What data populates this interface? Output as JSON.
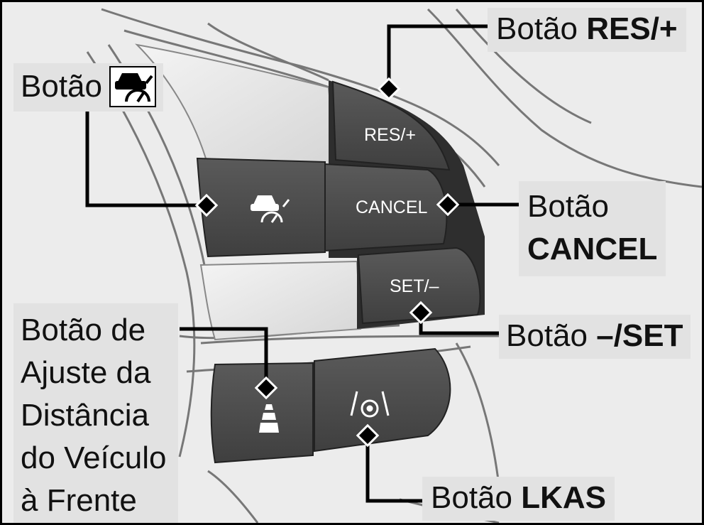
{
  "labels": {
    "res_plus": {
      "prefix": "Botão",
      "bold": "RES/+"
    },
    "lead_icon": {
      "prefix": "Botão"
    },
    "cancel": {
      "line1": "Botão",
      "line2": "CANCEL"
    },
    "set_minus": {
      "prefix": "Botão",
      "bold": "–/SET"
    },
    "distance": {
      "line1": "Botão de",
      "line2": "Ajuste da",
      "line3": "Distância",
      "line4": "do Veículo",
      "line5": "à Frente"
    },
    "lkas": {
      "prefix": "Botão",
      "bold": "LKAS"
    }
  },
  "buttons": {
    "res_plus": "RES/+",
    "cancel": "CANCEL",
    "set_minus": "SET/–"
  },
  "icons": [
    "acc-vehicle-meter-icon",
    "following-distance-icon",
    "lkas-icon"
  ],
  "colors": {
    "panel": "#ececec",
    "button": "#4d4d4d",
    "label_bg": "#e2e2e2",
    "leader": "#000000"
  }
}
